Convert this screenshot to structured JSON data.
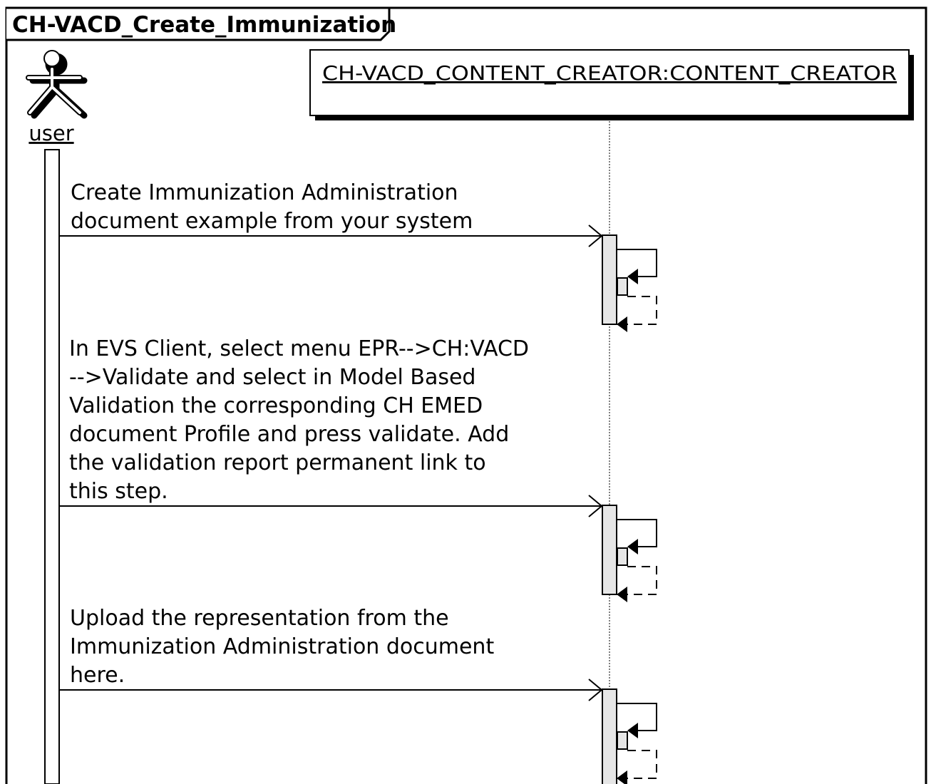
{
  "frame": {
    "title": "CH-VACD_Create_Immunization"
  },
  "actor": {
    "name": "user",
    "icon": "stick-figure-actor-icon"
  },
  "participant": {
    "name": "CH-VACD_CONTENT_CREATOR:CONTENT_CREATOR"
  },
  "messages": [
    {
      "lines": [
        "Create Immunization Administration",
        "document example from your system"
      ]
    },
    {
      "lines": [
        "In EVS Client, select menu EPR-->CH:VACD",
        "-->Validate and select in Model Based",
        "Validation the corresponding CH EMED",
        "document Profile and press validate. Add",
        "the validation report permanent link to",
        "this step."
      ]
    },
    {
      "lines": [
        "Upload the representation from the",
        "Immunization Administration document",
        "here."
      ]
    }
  ],
  "colors": {
    "line": "#000000",
    "activation_fill": "#e6e6e6",
    "background": "#ffffff"
  }
}
